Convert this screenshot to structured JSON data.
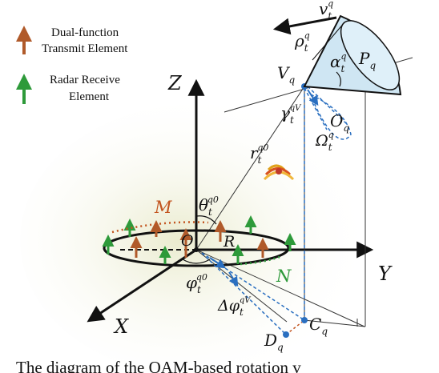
{
  "legend": {
    "transmit": {
      "line1": "Dual-function",
      "line2": "Transmit Element",
      "color": "#b05a2a"
    },
    "receive": {
      "line1": "Radar Receive",
      "line2": "Element",
      "color": "#2e9a3a"
    }
  },
  "axes": {
    "z": "Z",
    "y": "Y",
    "x": "X"
  },
  "points": {
    "origin": "O",
    "ring_radius": "R",
    "m": "M",
    "n": "N",
    "v": "V",
    "v_sub": "q",
    "p": "P",
    "p_sub": "q",
    "c": "C",
    "c_sub": "q",
    "d": "D",
    "d_sub": "q",
    "o": "O",
    "o_sub": "q"
  },
  "symbols": {
    "velocity": "v",
    "velocity_sub": "t",
    "velocity_sup": "q",
    "rho": "ρ",
    "rho_sub": "t",
    "rho_sup": "q",
    "alpha": "α",
    "alpha_sub": "t",
    "alpha_sup": "q",
    "gamma": "γ",
    "gamma_sub": "t",
    "gamma_sup": "qV",
    "omega": "Ω",
    "omega_sub": "t",
    "omega_sup": "q",
    "r": "r",
    "r_sub": "t",
    "r_sup": "q0",
    "theta": "θ",
    "theta_sub": "t",
    "theta_sup": "q0",
    "phi": "φ",
    "phi_sub": "t",
    "phi_sup": "q0",
    "dphi": "Δφ",
    "dphi_sub": "t",
    "dphi_sup": "qV"
  },
  "colors": {
    "transmit": "#b05a2a",
    "receive": "#2e9a3a",
    "measure": "#2a6fc0",
    "cone": "#cfe6f3",
    "dotted_m": "#c2541e",
    "dotted_n": "#2e9a3a"
  },
  "caption": "The diagram of the OAM-based rotation v"
}
